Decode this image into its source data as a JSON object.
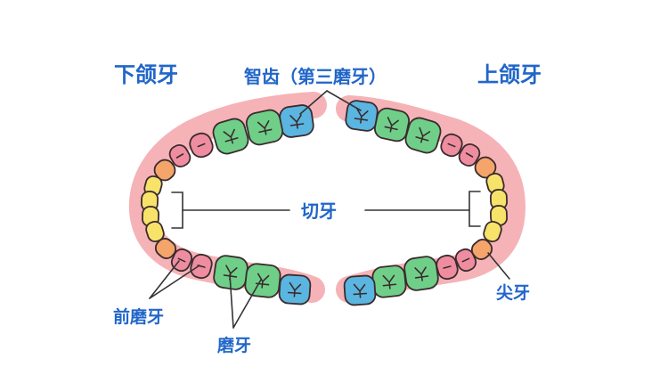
{
  "labels": {
    "lower_jaw": "下颌牙",
    "upper_jaw": "上颌牙",
    "wisdom": "智齿（第三磨牙）",
    "incisor": "切牙",
    "premolar": "前磨牙",
    "molar": "磨牙",
    "canine": "尖牙"
  },
  "colors": {
    "label_text": "#2166c9",
    "gum": "#f5b3b8",
    "outline": "#3b2b2e",
    "incisor": "#f7e36a",
    "canine": "#f5a46a",
    "premolar": "#ef8da0",
    "molar": "#6fcf88",
    "wisdom": "#5ab5e0"
  },
  "icons": {
    "molar_mark": "fissure-mark",
    "premolar_mark": "groove-line"
  }
}
